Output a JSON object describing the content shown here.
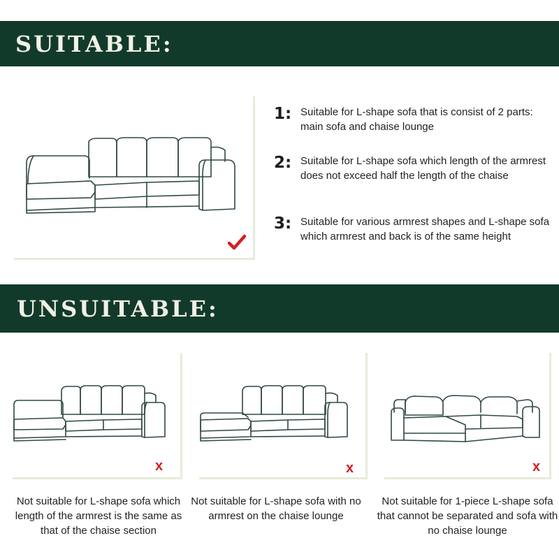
{
  "suitable": {
    "title": "SUITABLE:",
    "check_icon": "check-mark-icon",
    "points": [
      {
        "number": "1:",
        "text": "Suitable for L-shape sofa that is consist of 2 parts: main sofa and chaise lounge"
      },
      {
        "number": "2:",
        "text": "Suitable for L-shape sofa which length of the armrest does not exceed half the length of the chaise"
      },
      {
        "number": "3:",
        "text": "Suitable for various armrest shapes and L-shape sofa which armrest and back is of the same height"
      }
    ]
  },
  "unsuitable": {
    "title": "UNSUITABLE:",
    "x_icon": "x-mark-icon",
    "items": [
      {
        "mark": "x",
        "caption": "Not suitable for L-shape sofa which length of the armrest is the same as that of the chaise section"
      },
      {
        "mark": "x",
        "caption": "Not suitable for L-shape sofa with no armrest on the chaise lounge"
      },
      {
        "mark": "x",
        "caption": "Not suitable for 1-piece L-shape sofa that cannot be separated and sofa with no chaise lounge"
      }
    ]
  },
  "colors": {
    "banner": "#123a2b",
    "banner_text": "#f1f1e6",
    "frame": "#e7ecd9",
    "accent_red": "#d21f26",
    "line_art": "#2f4a3c"
  }
}
